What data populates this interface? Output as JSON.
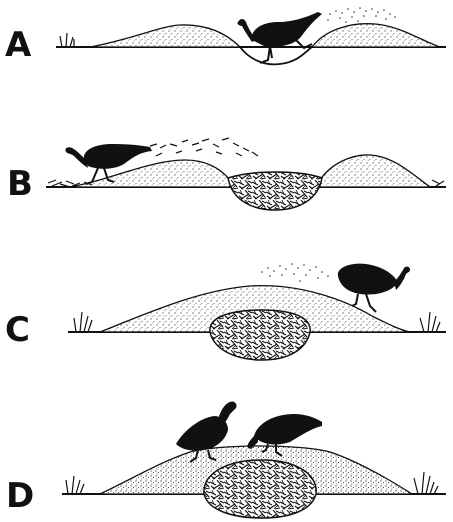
{
  "panels": [
    {
      "letter": "A"
    },
    {
      "letter": "B"
    },
    {
      "letter": "C"
    },
    {
      "letter": "D"
    }
  ],
  "colors": {
    "ink": "#111111",
    "background": "#ffffff",
    "sand": "#f4f1ea",
    "stipple": "#222222"
  }
}
